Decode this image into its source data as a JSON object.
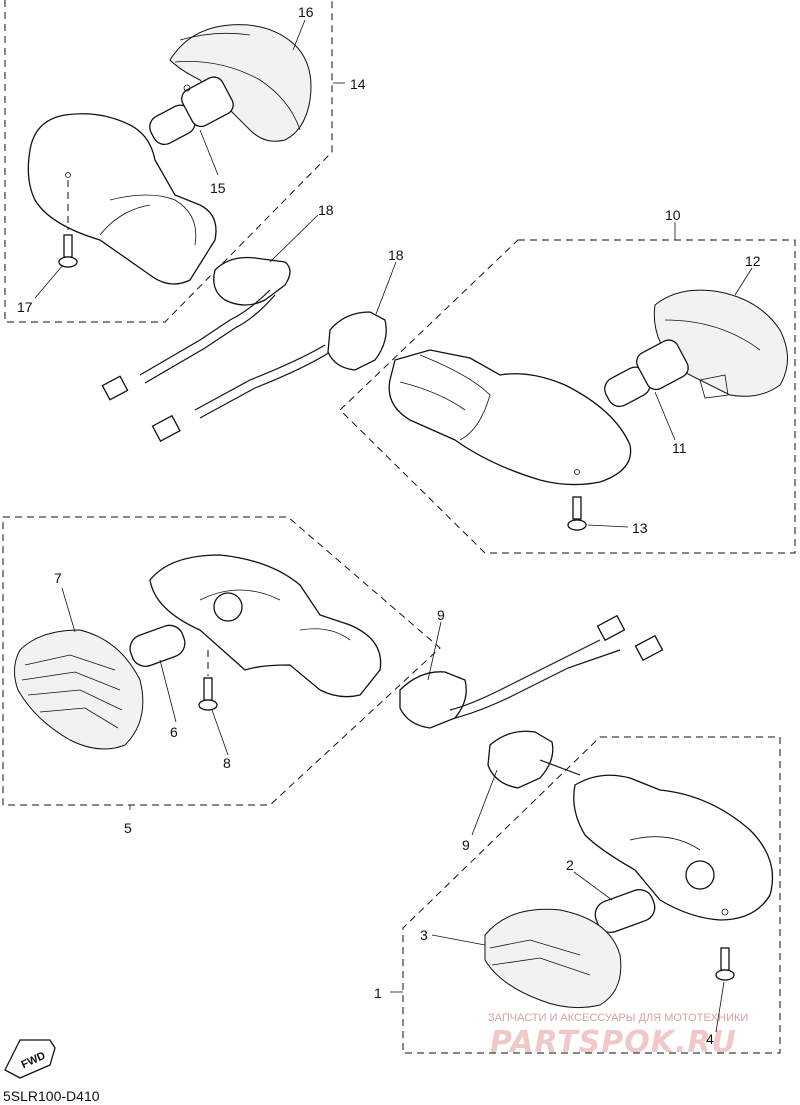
{
  "diagram": {
    "part_labels": [
      "16",
      "14",
      "15",
      "17",
      "18",
      "18",
      "10",
      "12",
      "11",
      "13",
      "7",
      "9",
      "6",
      "8",
      "5",
      "9",
      "2",
      "3",
      "1",
      "4"
    ],
    "diagram_code": "5SLR100-D410",
    "fwd_badge": "FWD",
    "watermark": {
      "tagline": "ЗАПЧАСТИ И АКСЕССУАРЫ ДЛЯ МОТОТЕХНИКИ",
      "brand": "PARTSPOK.RU"
    }
  }
}
